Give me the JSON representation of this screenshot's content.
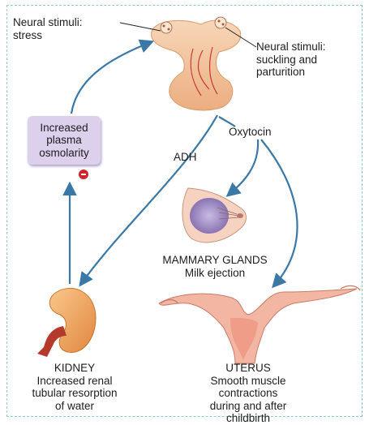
{
  "labels": {
    "neural_stress": [
      "Neural stimuli:",
      "stress"
    ],
    "neural_suckling": [
      "Neural stimuli:",
      "suckling and",
      "parturition"
    ],
    "osmolarity": "Increased\nplasma\nosmolarity",
    "oxytocin": "Oxytocin",
    "adh": "ADH",
    "mammary": [
      "MAMMARY GLANDS",
      "Milk ejection"
    ],
    "kidney": [
      "KIDNEY",
      "Increased renal",
      "tubular resorption",
      "of water"
    ],
    "uterus": [
      "UTERUS",
      "Smooth muscle",
      "contractions",
      "during and after",
      "childbirth"
    ]
  },
  "colors": {
    "arrow": "#3a78a6",
    "brain": "#f4c29a",
    "kidney": "#f3a564",
    "ureter": "#b63a2c",
    "uterus": "#f2b6a2",
    "gland": "#a490c8",
    "box": "#dcd0ec",
    "inhibit": "#d2232a"
  }
}
